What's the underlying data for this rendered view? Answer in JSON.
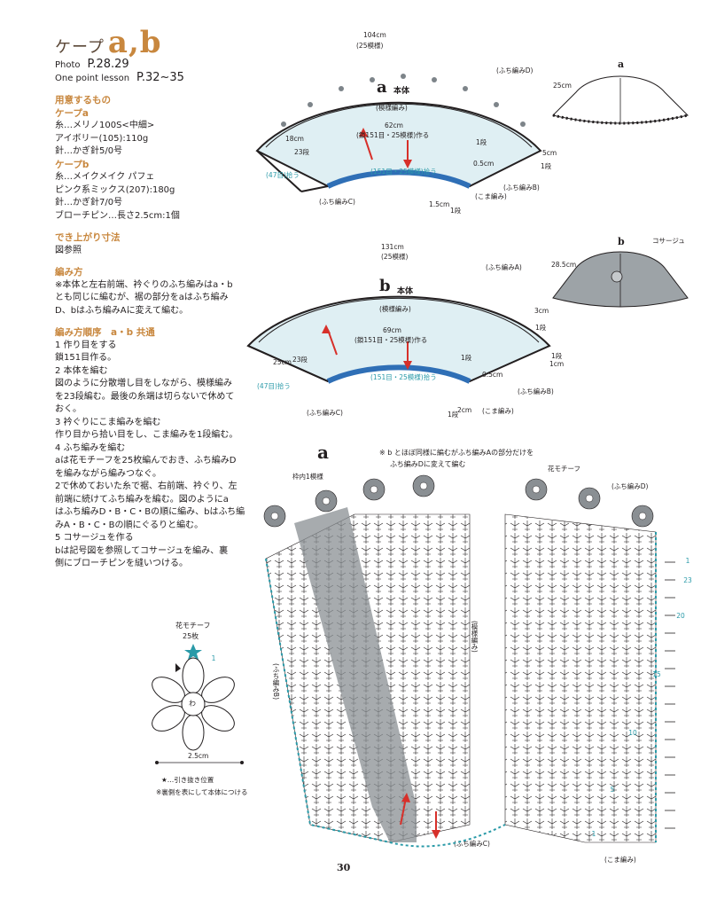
{
  "title": {
    "main": "ケープ",
    "ab": "a,b"
  },
  "photo_ref": {
    "photo_label": "Photo",
    "photo_page": "P.28.29",
    "lesson_label": "One point lesson",
    "lesson_page": "P.32~35"
  },
  "materials": {
    "heading": "用意するもの",
    "a_heading": "ケープa",
    "a_lines": [
      "糸…メリノ100S<中細>",
      "アイボリー(105):110g",
      "針…かぎ針5/0号"
    ],
    "b_heading": "ケープb",
    "b_lines": [
      "糸…メイクメイク パフェ",
      "ピンク系ミックス(207):180g",
      "針…かぎ針7/0号",
      "ブローチピン…長さ2.5cm:1個"
    ]
  },
  "finished": {
    "heading": "でき上がり寸法",
    "text": "図参照"
  },
  "method": {
    "heading": "編み方",
    "lines": [
      "※本体と左右前端、衿ぐりのふち編みはa・b",
      "とも同じに編むが、裾の部分をaはふち編み",
      "D、bはふち編みAに変えて編む。"
    ]
  },
  "steps": {
    "heading": "編み方順序　a・b 共通",
    "lines": [
      "1 作り目をする",
      "鎖151目作る。",
      "2 本体を編む",
      "図のように分散増し目をしながら、模様編み",
      "を23段編む。最後の糸端は切らないで休めて",
      "おく。",
      "3 衿ぐりにこま編みを編む",
      "作り目から拾い目をし、こま編みを1段編む。",
      "4 ふち編みを編む",
      "aは花モチーフを25枚編んでおき、ふち編みD",
      "を編みながら編みつなぐ。",
      "2で休めておいた糸で裾、右前端、衿ぐり、左",
      "前端に続けてふち編みを編む。図のようにa",
      "はふち編みD・B・C・Bの順に編み、bはふち編",
      "みA・B・C・Bの順にぐるりと編む。",
      "5 コサージュを作る",
      "bは記号図を参照してコサージュを編み、裏",
      "側にブローチピンを縫いつける。"
    ]
  },
  "diagram_a": {
    "top_width": "104cm",
    "top_pattern": "(25模様)",
    "edge_d": "(ふち編みD)",
    "mark": "a",
    "body": "本体",
    "pattern": "(模様編み)",
    "neck_width": "62cm",
    "neck_note": "(鎖151目・25模様)作る",
    "side": "18cm",
    "side_rows": "23段",
    "pickup_left": "(47目)拾う",
    "neck_pickup": "(151目・25模様)拾う",
    "edge_c": "(ふち編みC)",
    "dim_05": "0.5cm",
    "dim_15": "1.5cm",
    "row1a": "1段",
    "row1b": "1段",
    "edge_b": "(ふち編みB)",
    "sc": "(こま編み)",
    "dim_5": "5cm",
    "row1c": "1段"
  },
  "diagram_b": {
    "top_width": "131cm",
    "top_pattern": "(25模様)",
    "edge_a": "(ふち編みA)",
    "mark": "b",
    "body": "本体",
    "pattern": "(模様編み)",
    "neck_width": "69cm",
    "neck_note": "(鎖151目・25模様)作る",
    "side": "25cm",
    "side_rows": "23段",
    "pickup_left": "(47目)拾う",
    "neck_pickup": "(151目・25模様)拾う",
    "edge_c": "(ふち編みC)",
    "dim_3": "3cm",
    "dim_1": "1cm",
    "dim_05": "0.5cm",
    "dim_2": "2cm",
    "row1a": "1段",
    "row1b": "1段",
    "row1c": "1段",
    "row1d": "1段",
    "edge_b": "(ふち編みB)",
    "sc": "(こま編み)"
  },
  "thumb_a": {
    "mark": "a",
    "length": "25cm"
  },
  "thumb_b": {
    "mark": "b",
    "corsage": "コサージュ",
    "length": "28.5cm"
  },
  "chart": {
    "mark": "a",
    "note_line1": "※ b とほぼ同様に編むがふち編みAの部分だけを",
    "note_line2": "ふち編みDに変えて編む",
    "frame_label": "枠内1模様",
    "flower_label": "花モチーフ",
    "edge_d": "(ふち編みD)",
    "pattern_label": "(模様編み)",
    "edge_b": "(ふち編みB)",
    "edge_c": "(ふち編みC)",
    "sc": "(こま編み)",
    "row_nums": [
      "1",
      "23",
      "20",
      "15",
      "10",
      "5",
      "1"
    ]
  },
  "motif": {
    "title": "花モチーフ",
    "count": "25枚",
    "center": "わ",
    "row": "1",
    "width": "2.5cm",
    "slip_note": "★…引き抜き位置",
    "attach_note": "※裏側を表にして本体につける"
  },
  "page_number": "30",
  "colors": {
    "accent": "#c8873e",
    "teal": "#2a9aa8",
    "body_fill": "#dfeff3",
    "neck_blue": "#2f6fb6",
    "red_arrow": "#d7302a",
    "shade": "#8a8f93"
  }
}
